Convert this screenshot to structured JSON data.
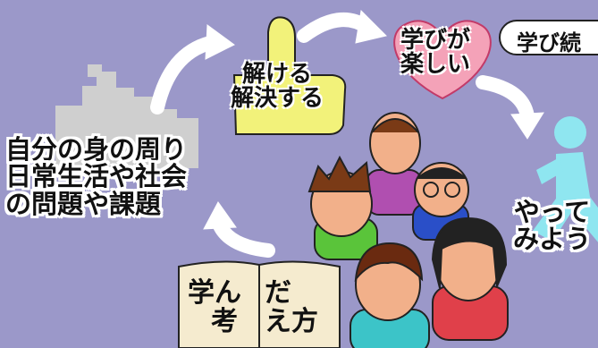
{
  "labels": {
    "problems_line1": "自分の身の周り",
    "problems_line2": "日常生活や社会",
    "problems_line3": "の問題や課題",
    "solve_line1": "解ける",
    "solve_line2": "解決する",
    "fun_line1": "学びが",
    "fun_line2": "楽しい",
    "continue": "学び続",
    "try_line1": "やって",
    "try_line2": "みよう",
    "book_left_1": "学ん",
    "book_left_2": "考",
    "book_right_1": "だ",
    "book_right_2": "え方"
  },
  "colors": {
    "background": "#9b98c9",
    "thumb": "#f2f27a",
    "heart": "#f4a2b8",
    "runner": "#8fe6f0",
    "buildings": "#cfcfcf",
    "arrow": "#ffffff"
  },
  "icons": [
    "city-buildings-icon",
    "thumbs-up-icon",
    "heart-icon",
    "running-person-icon",
    "open-book-icon",
    "children-group-illustration"
  ]
}
